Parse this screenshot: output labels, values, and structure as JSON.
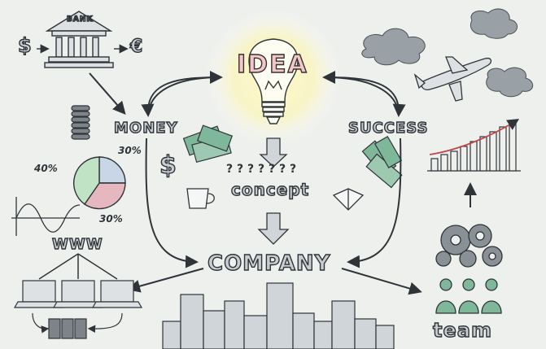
{
  "labels": {
    "bank": "BANK",
    "idea": "IDEA",
    "money": "MONEY",
    "success": "SUCCESS",
    "concept": "concept",
    "company": "COMPANY",
    "www": "WWW",
    "team": "team",
    "pct_40": "40%",
    "pct_30_top": "30%",
    "pct_30_bottom": "30%",
    "dollar": "$",
    "euro": "€",
    "question_marks": "? ? ? ? ? ? ?"
  },
  "colors": {
    "background": "#eef0ee",
    "ink": "#2f3438",
    "idea_fill": "#f0c8c8",
    "bulb_glow": "#fff6b0",
    "money_green": "#7fb79a",
    "pie_pink": "#e7b7c0",
    "pie_green": "#bfe3c4",
    "pie_blue": "#c9d6e6",
    "cloud_gray": "#9aa1a6",
    "arrow_fill": "#cfd5d8"
  },
  "icons": [
    "bank-building-icon",
    "dollar-sign-icon",
    "euro-sign-icon",
    "coin-stack-icon",
    "pie-chart-icon",
    "sine-wave-graph-icon",
    "lightbulb-icon",
    "money-bills-icon",
    "coffee-cup-icon",
    "book-icon",
    "airplane-icon",
    "cloud-icon",
    "bar-chart-icon",
    "gears-icon",
    "people-icon",
    "laptop-icon",
    "server-icon",
    "city-buildings-icon"
  ]
}
